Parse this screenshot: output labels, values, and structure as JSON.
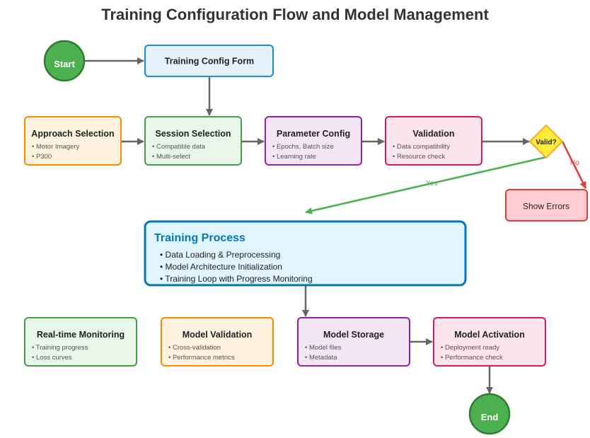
{
  "title": "Training Configuration Flow and Model Management",
  "colors": {
    "green_fill": "#4caf50",
    "green_stroke": "#2e7d32",
    "blue_fill": "#e3f2fd",
    "blue_stroke": "#1e88e5",
    "orange_fill": "#fff3e0",
    "orange_stroke": "#fb8c00",
    "lgreen_fill": "#e8f5e9",
    "lgreen_stroke": "#43a047",
    "purple_fill": "#f3e5f5",
    "purple_stroke": "#8e24aa",
    "pink_fill": "#fce4ec",
    "pink_stroke": "#d81b60",
    "red_fill": "#ffcdd2",
    "red_stroke": "#e53935",
    "diamond_fill": "#ffeb3b",
    "diamond_stroke": "#f9a825",
    "cyan_fill": "#e1f5fe",
    "cyan_stroke": "#0277bd",
    "arrow": "#666666",
    "yes": "#4caf50",
    "no": "#e53935"
  },
  "nodes": {
    "start": {
      "label": "Start"
    },
    "config_form": {
      "label": "Training Config Form"
    },
    "approach": {
      "title": "Approach Selection",
      "items": [
        "Motor Imagery",
        "P300"
      ]
    },
    "session": {
      "title": "Session Selection",
      "items": [
        "Compatible data",
        "Multi-select"
      ]
    },
    "parameter": {
      "title": "Parameter Config",
      "items": [
        "Epochs, Batch size",
        "Learning rate"
      ]
    },
    "validation": {
      "title": "Validation",
      "items": [
        "Data compatibility",
        "Resource check"
      ]
    },
    "valid_decision": {
      "label": "Valid?"
    },
    "show_errors": {
      "label": "Show Errors"
    },
    "training": {
      "title": "Training Process",
      "items": [
        "Data Loading & Preprocessing",
        "Model Architecture Initialization",
        "Training Loop with Progress Monitoring"
      ]
    },
    "monitoring": {
      "title": "Real-time Monitoring",
      "items": [
        "Training progress",
        "Loss curves"
      ]
    },
    "model_validation": {
      "title": "Model Validation",
      "items": [
        "Cross-validation",
        "Performance metrics"
      ]
    },
    "storage": {
      "title": "Model Storage",
      "items": [
        "Model files",
        "Metadata"
      ]
    },
    "activation": {
      "title": "Model Activation",
      "items": [
        "Deployment ready",
        "Performance check"
      ]
    },
    "end": {
      "label": "End"
    }
  },
  "edges": {
    "yes_label": "Yes",
    "no_label": "No"
  }
}
